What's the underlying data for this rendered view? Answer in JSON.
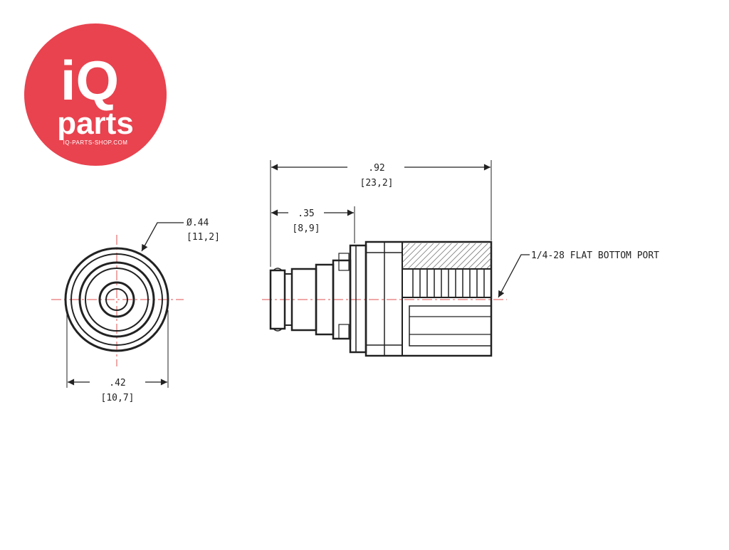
{
  "logo": {
    "brand_main": "iQ",
    "brand_sub": "parts",
    "website": "IQ-PARTS-SHOP.COM",
    "color": "#e8434f"
  },
  "end_view": {
    "diameter_label": "Ø.44",
    "diameter_metric": "[11,2]",
    "width_label": ".42",
    "width_metric": "[10,7]"
  },
  "side_view": {
    "overall_length_label": ".92",
    "overall_length_metric": "[23,2]",
    "insert_length_label": ".35",
    "insert_length_metric": "[8,9]",
    "port_callout": "1/4-28 FLAT BOTTOM PORT"
  },
  "colors": {
    "line": "#222222",
    "centerline": "#e05050"
  }
}
